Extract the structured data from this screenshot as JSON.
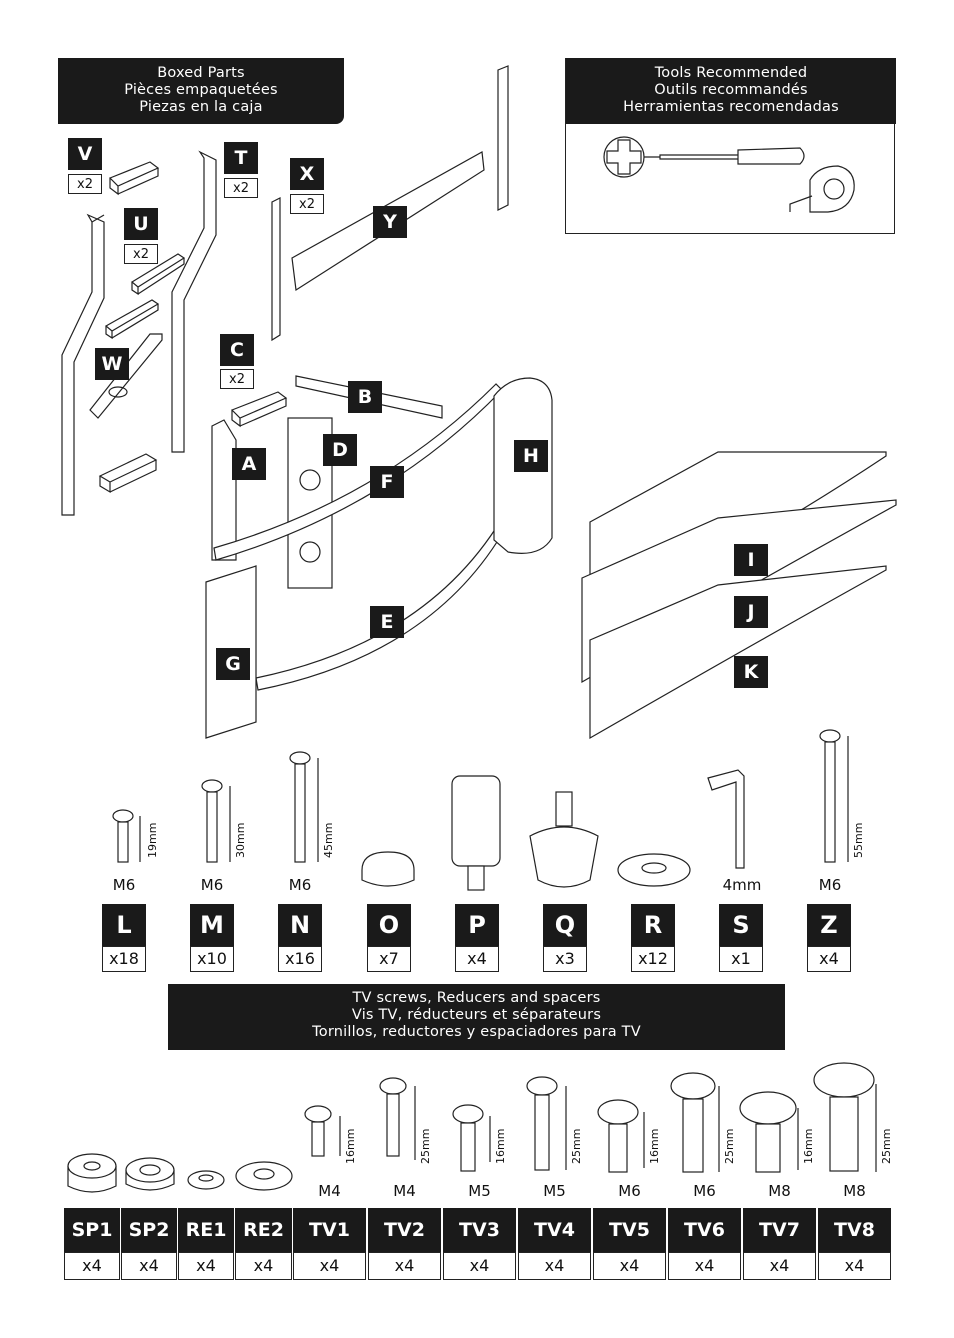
{
  "boxed_parts": {
    "title_lines": [
      "Boxed Parts",
      "Pièces empaquetées",
      "Piezas en la caja"
    ],
    "parts": [
      {
        "code": "V",
        "qty": "x2"
      },
      {
        "code": "T",
        "qty": "x2"
      },
      {
        "code": "X",
        "qty": "x2"
      },
      {
        "code": "U",
        "qty": "x2"
      },
      {
        "code": "Y",
        "qty": ""
      },
      {
        "code": "W",
        "qty": ""
      },
      {
        "code": "C",
        "qty": "x2"
      },
      {
        "code": "B",
        "qty": ""
      },
      {
        "code": "A",
        "qty": ""
      },
      {
        "code": "D",
        "qty": ""
      },
      {
        "code": "F",
        "qty": ""
      },
      {
        "code": "H",
        "qty": ""
      },
      {
        "code": "E",
        "qty": ""
      },
      {
        "code": "G",
        "qty": ""
      },
      {
        "code": "I",
        "qty": ""
      },
      {
        "code": "J",
        "qty": ""
      },
      {
        "code": "K",
        "qty": ""
      }
    ]
  },
  "tools": {
    "title_lines": [
      "Tools Recommended",
      "Outils recommandés",
      "Herramientas recomendadas"
    ],
    "items": [
      "phillips-screwdriver-icon",
      "tape-measure-icon"
    ]
  },
  "hardware": [
    {
      "code": "L",
      "size": "M6",
      "length": "19mm",
      "qty": "x18"
    },
    {
      "code": "M",
      "size": "M6",
      "length": "30mm",
      "qty": "x10"
    },
    {
      "code": "N",
      "size": "M6",
      "length": "45mm",
      "qty": "x16"
    },
    {
      "code": "O",
      "size": "",
      "length": "",
      "qty": "x7"
    },
    {
      "code": "P",
      "size": "",
      "length": "",
      "qty": "x4"
    },
    {
      "code": "Q",
      "size": "",
      "length": "",
      "qty": "x3"
    },
    {
      "code": "R",
      "size": "",
      "length": "",
      "qty": "x12"
    },
    {
      "code": "S",
      "size": "4mm",
      "length": "",
      "qty": "x1"
    },
    {
      "code": "Z",
      "size": "M6",
      "length": "55mm",
      "qty": "x4"
    }
  ],
  "tv_hardware": {
    "title_lines": [
      "TV screws, Reducers and spacers",
      "Vis TV, réducteurs et séparateurs",
      "Tornillos, reductores y espaciadores para TV"
    ],
    "items": [
      {
        "code": "SP1",
        "size": "",
        "length": "",
        "qty": "x4"
      },
      {
        "code": "SP2",
        "size": "",
        "length": "",
        "qty": "x4"
      },
      {
        "code": "RE1",
        "size": "",
        "length": "",
        "qty": "x4"
      },
      {
        "code": "RE2",
        "size": "",
        "length": "",
        "qty": "x4"
      },
      {
        "code": "TV1",
        "size": "M4",
        "length": "16mm",
        "qty": "x4"
      },
      {
        "code": "TV2",
        "size": "M4",
        "length": "25mm",
        "qty": "x4"
      },
      {
        "code": "TV3",
        "size": "M5",
        "length": "16mm",
        "qty": "x4"
      },
      {
        "code": "TV4",
        "size": "M5",
        "length": "25mm",
        "qty": "x4"
      },
      {
        "code": "TV5",
        "size": "M6",
        "length": "16mm",
        "qty": "x4"
      },
      {
        "code": "TV6",
        "size": "M6",
        "length": "25mm",
        "qty": "x4"
      },
      {
        "code": "TV7",
        "size": "M8",
        "length": "16mm",
        "qty": "x4"
      },
      {
        "code": "TV8",
        "size": "M8",
        "length": "25mm",
        "qty": "x4"
      }
    ]
  }
}
